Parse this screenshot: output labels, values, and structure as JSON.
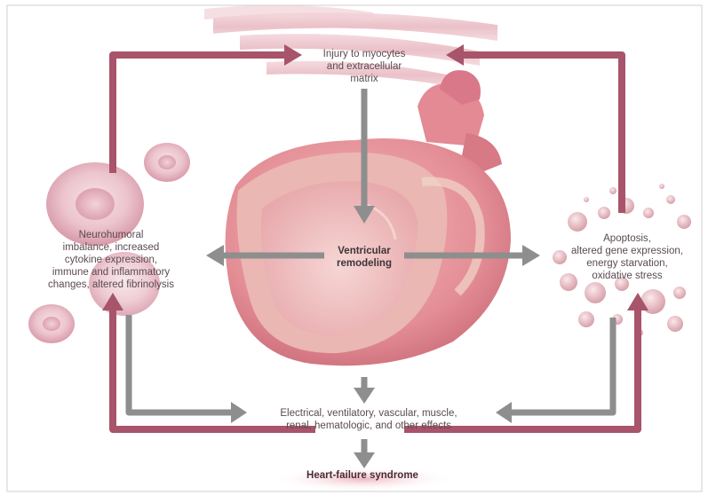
{
  "diagram": {
    "injury": [
      "Injury to myocytes",
      "and extracellular",
      "matrix"
    ],
    "center": [
      "Ventricular",
      "remodeling"
    ],
    "left": [
      "Neurohumoral",
      "imbalance, increased",
      "cytokine expression,",
      "immune and inflammatory",
      "changes, altered fibrinolysis"
    ],
    "right": [
      "Apoptosis,",
      "altered gene expression,",
      "energy starvation,",
      "oxidative stress"
    ],
    "effects": [
      "Electrical, ventilatory, vascular, muscle,",
      "renal, hematologic, and other effects"
    ],
    "outcome": "Heart-failure syndrome"
  },
  "colors": {
    "loop_arrow": "#a8546a",
    "gray_arrow": "#8e8e8e",
    "heart": "#e6a0a4",
    "cell": "#efcfd6"
  }
}
